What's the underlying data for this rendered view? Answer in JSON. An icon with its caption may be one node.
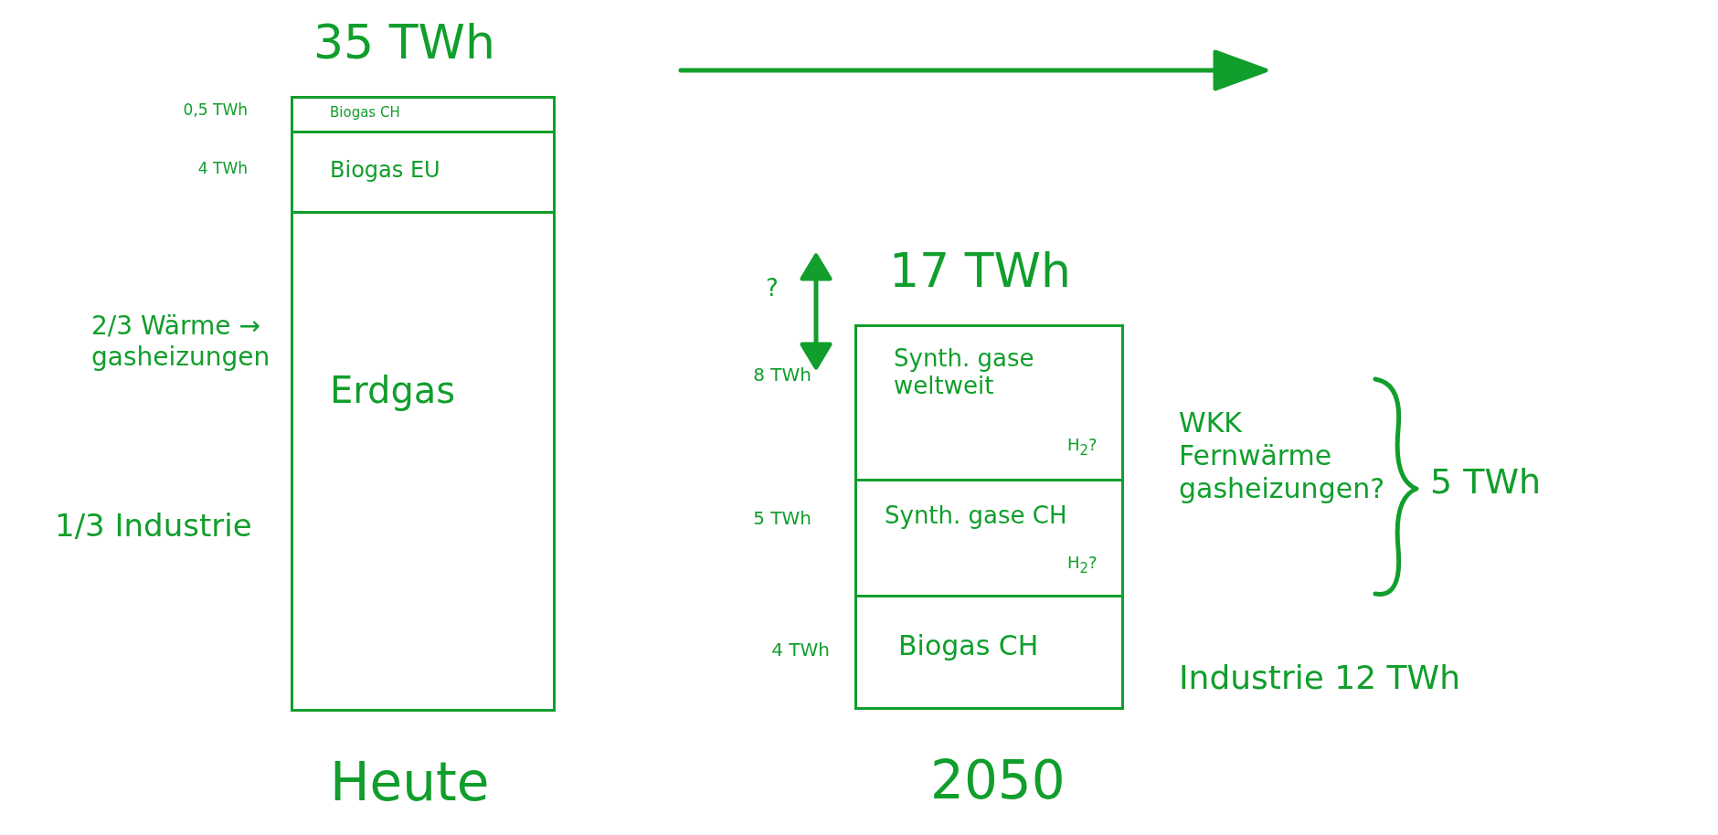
{
  "diagram": {
    "nodes": [
      {
        "text": [
          "35 TWh"
        ],
        "beside": [
          "Heute"
        ]
      },
      {
        "text": [
          "Biogas CH"
        ],
        "in": 0,
        "beside": [
          "0,5 TWh"
        ]
      },
      {
        "text": [
          "Biogas EU"
        ],
        "in": 0,
        "beside": [
          "4 TWh"
        ]
      },
      {
        "text": [
          "Erdgas"
        ],
        "in": 0
      },
      {
        "text": [
          "17 TWh"
        ],
        "beside": [
          "2050"
        ]
      },
      {
        "text": [
          "Synth. gase weltweit",
          "H$_{2}$?"
        ],
        "in": 4,
        "beside": [
          "8 TWh"
        ]
      },
      {
        "text": [
          "Synth. gase CH",
          "H$_{2}$?"
        ],
        "in": 4,
        "beside": [
          "5 TWh"
        ]
      },
      {
        "text": [
          "Biogas CH"
        ],
        "in": 4,
        "beside": [
          "4 TWh"
        ]
      }
    ],
    "labels": [
      "2/3 Wärme → gasheizungen",
      "1/3 Industrie",
      "?",
      "WKK Fernwärme gasheizungen?",
      "5 TWh",
      "Industrie 12 TWh"
    ]
  }
}
